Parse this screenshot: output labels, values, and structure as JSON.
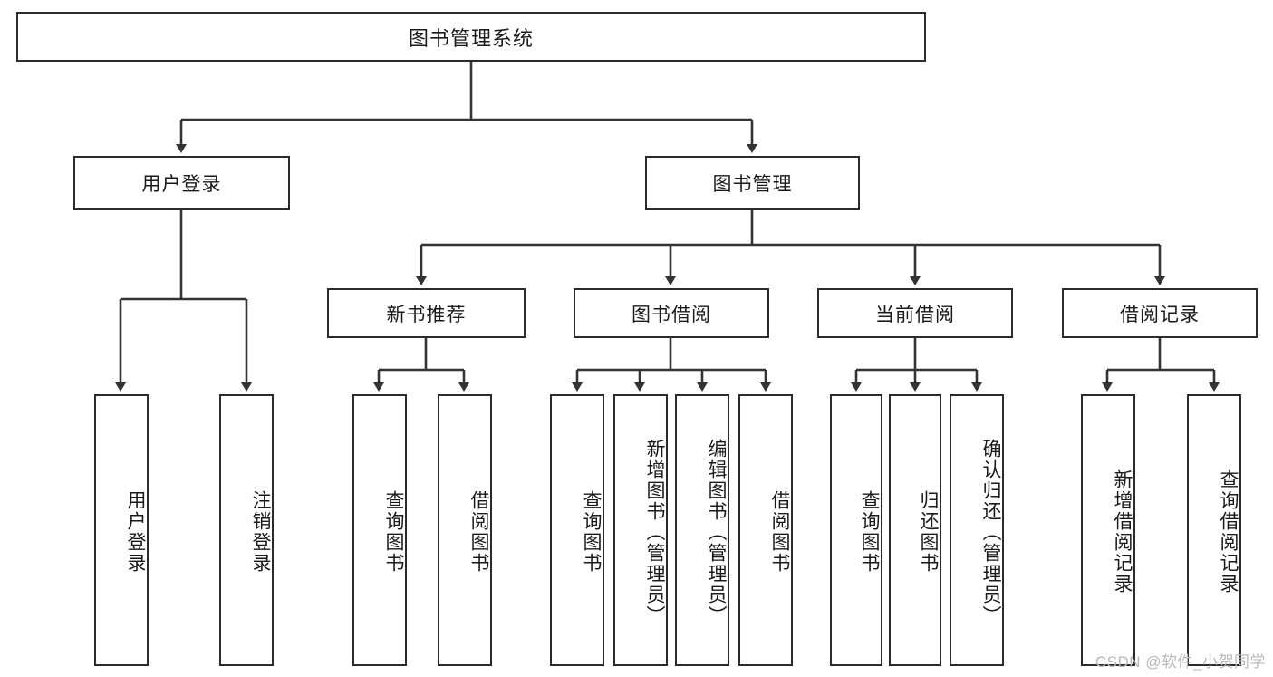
{
  "diagram": {
    "title": "图书管理系统",
    "type": "hierarchy-tree",
    "root": {
      "label": "图书管理系统"
    },
    "level2": [
      {
        "label": "用户登录"
      },
      {
        "label": "图书管理"
      }
    ],
    "level3": [
      {
        "label": "新书推荐"
      },
      {
        "label": "图书借阅"
      },
      {
        "label": "当前借阅"
      },
      {
        "label": "借阅记录"
      }
    ],
    "leaves": {
      "user_login": [
        {
          "label": "用户登录"
        },
        {
          "label": "注销登录"
        }
      ],
      "new_book_recommend": [
        {
          "label": "查询图书"
        },
        {
          "label": "借阅图书"
        }
      ],
      "book_borrow": [
        {
          "label": "查询图书"
        },
        {
          "label": "新增图书（管理员）"
        },
        {
          "label": "编辑图书（管理员）"
        },
        {
          "label": "借阅图书"
        }
      ],
      "current_borrow": [
        {
          "label": "查询图书"
        },
        {
          "label": "归还图书"
        },
        {
          "label": "确认归还（管理员）"
        }
      ],
      "borrow_record": [
        {
          "label": "新增借阅记录"
        },
        {
          "label": "查询借阅记录"
        }
      ]
    }
  },
  "watermark": {
    "text": "CSDN @软件_小贺同学"
  },
  "colors": {
    "border": "#2b2b2b",
    "background": "#ffffff",
    "text": "#1a1a1a",
    "connector": "#333333",
    "watermark": "#b9b9b9"
  }
}
